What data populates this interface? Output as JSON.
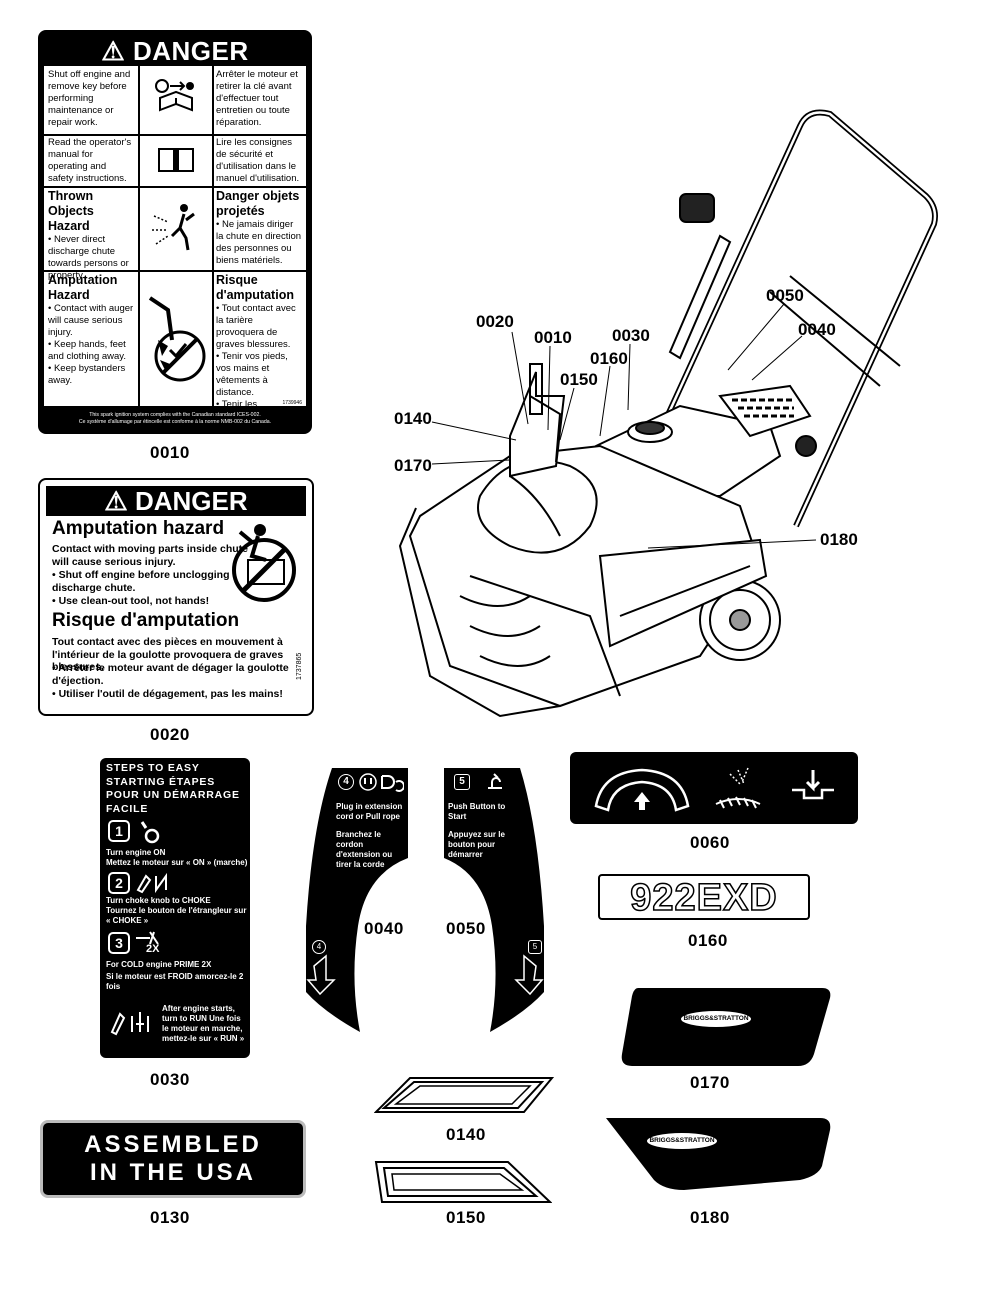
{
  "decal_0010": {
    "header": "DANGER",
    "r1_en": "Shut off engine and remove key before performing maintenance or repair work.",
    "r1_fr": "Arrêter le moteur et retirer la clé avant d'effectuer tout entretien ou toute réparation.",
    "r2_en": "Read the operator's manual for operating and safety instructions.",
    "r2_fr": "Lire les consignes de sécurité et d'utilisation dans le manuel d'utilisation.",
    "r3_title_en": "Thrown Objects Hazard",
    "r3_body_en": "• Never direct discharge chute towards persons or property.",
    "r3_title_fr": "Danger objets projetés",
    "r3_body_fr": "• Ne jamais diriger la chute en direction des personnes ou biens matériels.",
    "r4_title_en": "Amputation Hazard",
    "r4_body_en_1": "• Contact with auger will cause serious injury.",
    "r4_body_en_2": "• Keep hands, feet and clothing away.",
    "r4_body_en_3": "• Keep bystanders away.",
    "r4_title_fr": "Risque d'amputation",
    "r4_body_fr_1": "• Tout contact avec la tarière provoquera de graves blessures.",
    "r4_body_fr_2": "• Tenir vos pieds, vos mains et vêtements à distance.",
    "r4_body_fr_3": "• Tenir les spectateurs à distance.",
    "code": "1739946",
    "footer_1": "This spark ignition system complies with the Canadian standard ICES-002.",
    "footer_2": "Ce système d'allumage par étincelle est conforme à la norme NMB-002 du Canada."
  },
  "decal_0020": {
    "header": "DANGER",
    "title_en": "Amputation hazard",
    "body_en": "Contact with moving parts inside chute will cause serious injury.",
    "bullet_en_1": "• Shut off engine before unclogging discharge chute.",
    "bullet_en_2": "• Use clean-out tool, not hands!",
    "title_fr": "Risque d'amputation",
    "body_fr": "Tout contact avec des pièces en mouvement à l'intérieur de la goulotte provoquera de graves blessures.",
    "bullet_fr_1": "• Arrêter le moteur avant de dégager la goulotte d'éjection.",
    "bullet_fr_2": "• Utiliser l'outil de dégagement, pas les mains!",
    "code": "1737865"
  },
  "decal_0030": {
    "heading": "STEPS TO EASY STARTING ÉTAPES POUR UN DÉMARRAGE FACILE",
    "s1_num": "1",
    "s1_en": "Turn engine ON",
    "s1_fr": "Mettez le moteur sur « ON » (marche)",
    "s2_num": "2",
    "s2_en": "Turn choke knob to CHOKE",
    "s2_fr": "Tournez le bouton de l'étrangleur sur « CHOKE »",
    "s3_num": "3",
    "s3_x": "2X",
    "s3_en": "For COLD engine PRIME 2X",
    "s3_fr": "Si le moteur est FROID amorcez-le 2 fois",
    "s4": "After engine starts, turn to RUN Une fois le moteur en marche, mettez-le sur « RUN »"
  },
  "decal_0040": {
    "num": "4",
    "en": "Plug in extension cord or Pull rope",
    "fr": "Branchez le cordon d'extension ou tirer la corde",
    "corner": "4"
  },
  "decal_0050": {
    "num": "5",
    "en": "Push Button to Start",
    "fr": "Appuyez sur le bouton pour démarrer",
    "corner": "5"
  },
  "decal_0130": {
    "line1": "ASSEMBLED",
    "line2": "IN THE USA"
  },
  "decal_0160": {
    "model": "922EXD"
  },
  "decal_0170": {
    "logo": "BRIGGS&STRATTON"
  },
  "decal_0180": {
    "logo": "BRIGGS&STRATTON"
  },
  "part_labels": {
    "p0010": "0010",
    "p0020": "0020",
    "p0030": "0030",
    "p0040": "0040",
    "p0050": "0050",
    "p0060": "0060",
    "p0130": "0130",
    "p0140": "0140",
    "p0150": "0150",
    "p0160": "0160",
    "p0170": "0170",
    "p0180": "0180"
  },
  "callouts": {
    "c0020": "0020",
    "c0010": "0010",
    "c0030": "0030",
    "c0050": "0050",
    "c0040": "0040",
    "c0160": "0160",
    "c0150": "0150",
    "c0140": "0140",
    "c0170": "0170",
    "c0180": "0180"
  }
}
